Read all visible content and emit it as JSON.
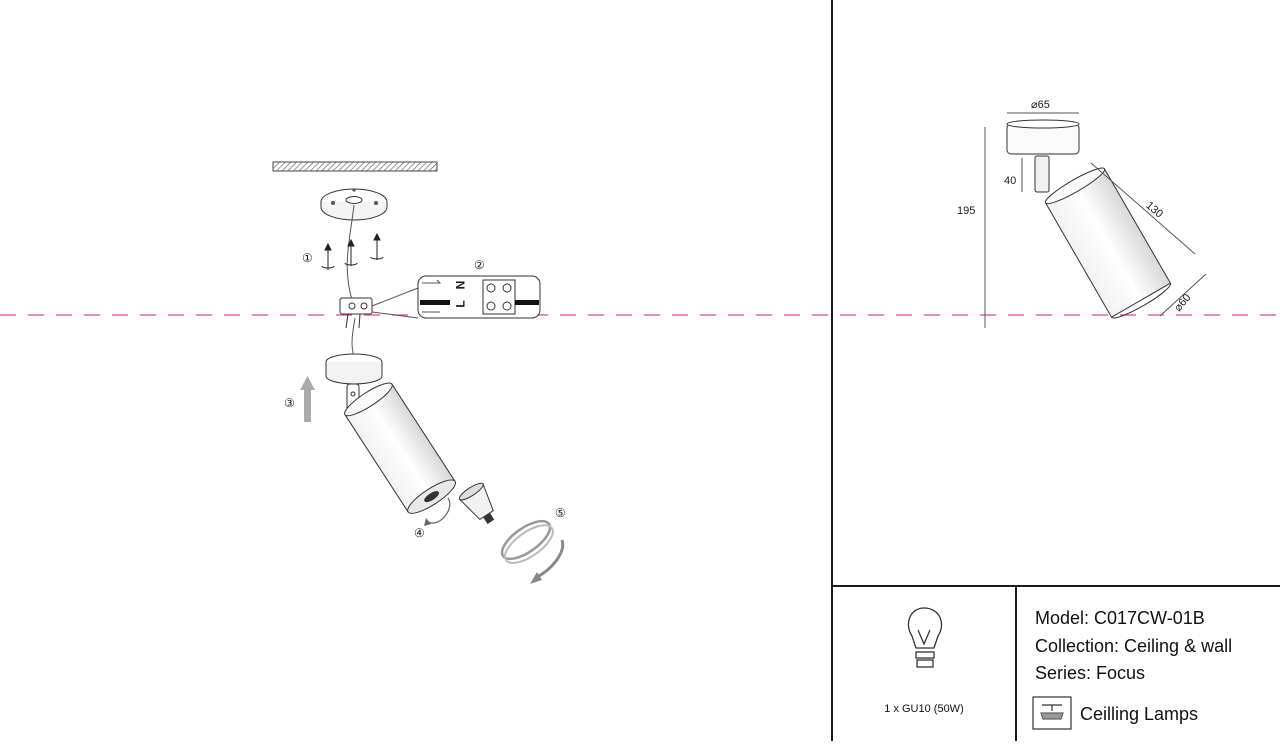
{
  "install": {
    "steps": [
      "①",
      "②",
      "③",
      "④",
      "⑤"
    ],
    "terminal_letters": [
      "N",
      "L"
    ]
  },
  "dimensions": {
    "base_diameter": "⌀65",
    "height_total": "195",
    "stem": "40",
    "body_length": "130",
    "body_diameter": "⌀60"
  },
  "lamp": {
    "caption": "1 x GU10 (50W)"
  },
  "product": {
    "model": "Model: C017CW-01B",
    "collection": "Collection: Ceiling & wall",
    "series": "Series: Focus",
    "category": "Ceilling Lamps"
  },
  "colors": {
    "guide_line": "#e0459a",
    "frame": "#1a1a1a",
    "arrow_grey": "#aaaaaa"
  },
  "icons": [
    "bulb-icon",
    "ceiling-lamp-icon",
    "screw-icon",
    "arrow-up-icon",
    "rotate-icon"
  ]
}
